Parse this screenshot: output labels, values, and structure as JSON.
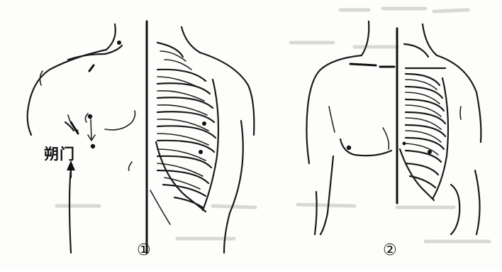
{
  "figure": {
    "acupoint_label": "朔门",
    "panels": [
      {
        "number": "①"
      },
      {
        "number": "②"
      }
    ]
  }
}
